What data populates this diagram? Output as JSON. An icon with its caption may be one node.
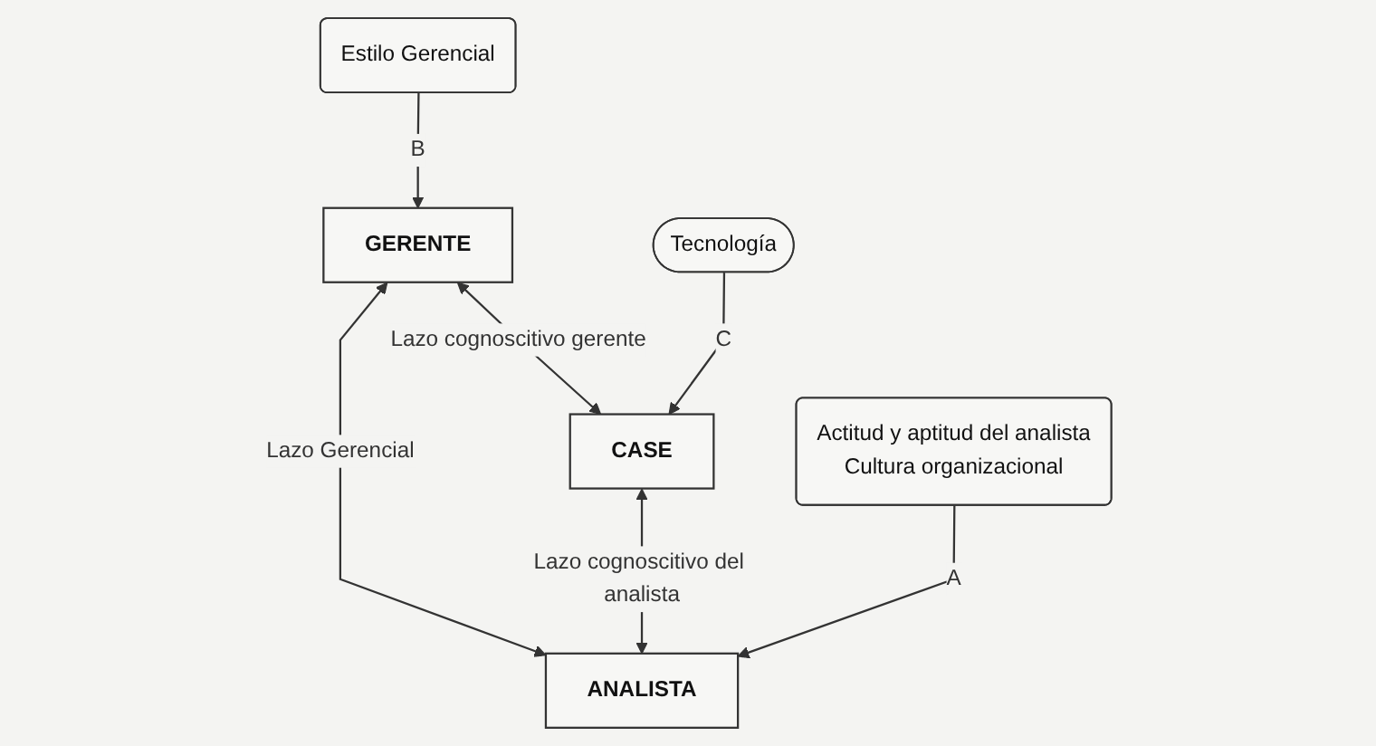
{
  "diagram": {
    "nodes": [
      {
        "text": [
          "GERENTE"
        ]
      },
      {
        "text": [
          "Estilo Gerencial"
        ]
      },
      {
        "text": [
          "CASE"
        ]
      },
      {
        "text": [
          "ANALISTA"
        ]
      },
      {
        "text": [
          "Tecnología"
        ]
      },
      {
        "text": [
          "Actitud y aptitud del analista",
          "Cultura organizacional"
        ]
      }
    ],
    "edges": [
      {
        "from": 1,
        "to": 0,
        "arrow": "to",
        "label": "B"
      },
      {
        "from": 0,
        "to": 2,
        "arrow": "both",
        "label": "Lazo cognoscitivo gerente"
      },
      {
        "from": 0,
        "to": 3,
        "arrow": "both",
        "label": "Lazo Gerencial"
      },
      {
        "from": 2,
        "to": 3,
        "arrow": "both",
        "label": "Lazo cognoscitivo del analista"
      },
      {
        "from": 4,
        "to": 2,
        "arrow": "to",
        "label": "C"
      },
      {
        "from": 5,
        "to": 3,
        "arrow": "to",
        "label": "A"
      }
    ]
  }
}
